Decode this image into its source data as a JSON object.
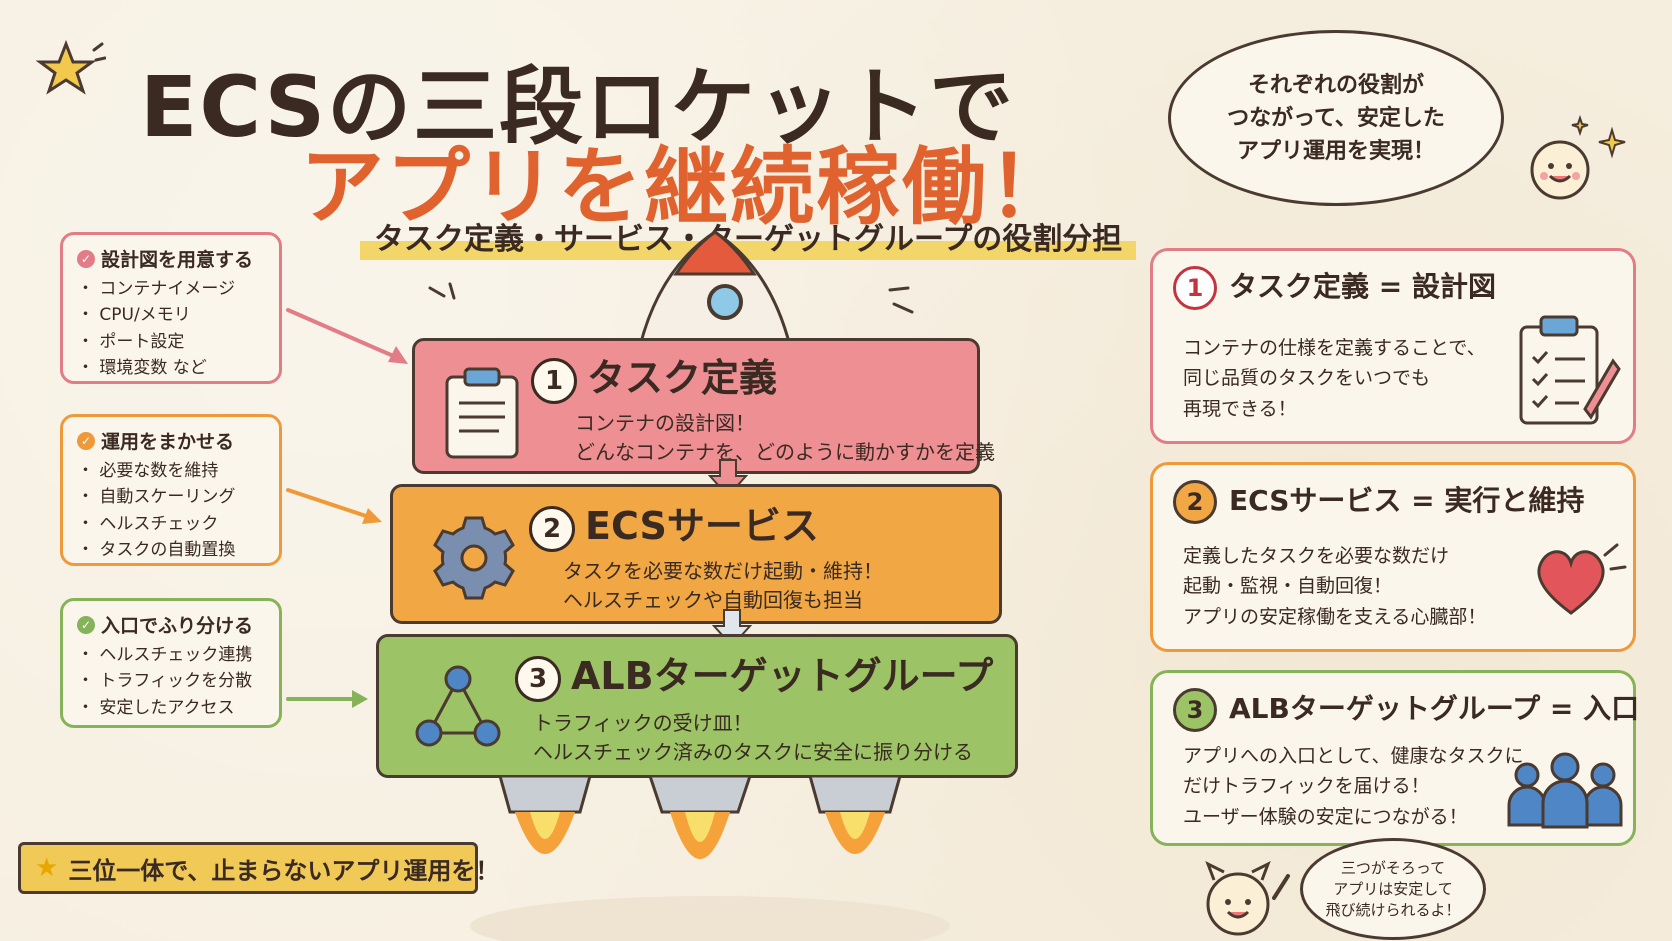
{
  "title": {
    "line1": "ECSの三段ロケットで",
    "line2": "アプリを継続稼働！",
    "subtitle": "タスク定義・サービス・ターゲットグループの役割分担"
  },
  "cloud": {
    "line1": "それぞれの役割が",
    "line2": "つながって、安定した",
    "line3": "アプリ運用を実現！"
  },
  "left_boxes": [
    {
      "heading": "設計図を用意する",
      "items": [
        "コンテナイメージ",
        "CPU/メモリ",
        "ポート設定",
        "環境変数 など"
      ],
      "color": "#e27c86"
    },
    {
      "heading": "運用をまかせる",
      "items": [
        "必要な数を維持",
        "自動スケーリング",
        "ヘルスチェック",
        "タスクの自動置換"
      ],
      "color": "#ef9a3a"
    },
    {
      "heading": "入口でふり分ける",
      "items": [
        "ヘルスチェック連携",
        "トラフィックを分散",
        "安定したアクセス"
      ],
      "color": "#86b35a"
    }
  ],
  "tiers": [
    {
      "num": "1",
      "title": "タスク定義",
      "desc1": "コンテナの設計図！",
      "desc2": "どんなコンテナを、どのように動かすかを定義",
      "color": "#ee8f93",
      "icon": "clipboard-icon"
    },
    {
      "num": "2",
      "title": "ECSサービス",
      "desc1": "タスクを必要な数だけ起動・維持！",
      "desc2": "ヘルスチェックや自動回復も担当",
      "color": "#f0a744",
      "icon": "gear-icon"
    },
    {
      "num": "3",
      "title": "ALBターゲットグループ",
      "desc1": "トラフィックの受け皿！",
      "desc2": "ヘルスチェック済みのタスクに安全に振り分ける",
      "color": "#9cc466",
      "icon": "network-icon"
    }
  ],
  "right_boxes": [
    {
      "num": "1",
      "title": "タスク定義 = 設計図",
      "lines": [
        "コンテナの仕様を定義することで、",
        "同じ品質のタスクをいつでも",
        "再現できる！"
      ],
      "color": "#e27c86",
      "icon": "clipboard-icon"
    },
    {
      "num": "2",
      "title": "ECSサービス = 実行と維持",
      "lines": [
        "定義したタスクを必要な数だけ",
        "起動・監視・自動回復！",
        "アプリの安定稼働を支える心臓部！"
      ],
      "color": "#ef9a3a",
      "icon": "heart-icon"
    },
    {
      "num": "3",
      "title": "ALBターゲットグループ = 入口",
      "lines": [
        "アプリへの入口として、健康なタスクに",
        "だけトラフィックを届ける！",
        "ユーザー体験の安定につながる！"
      ],
      "color": "#86b35a",
      "icon": "people-icon"
    }
  ],
  "banner": {
    "text": "三位一体で、止まらないアプリ運用を！"
  },
  "bubble": {
    "line1": "三つがそろって",
    "line2": "アプリは安定して",
    "line3": "飛び続けられるよ！"
  }
}
